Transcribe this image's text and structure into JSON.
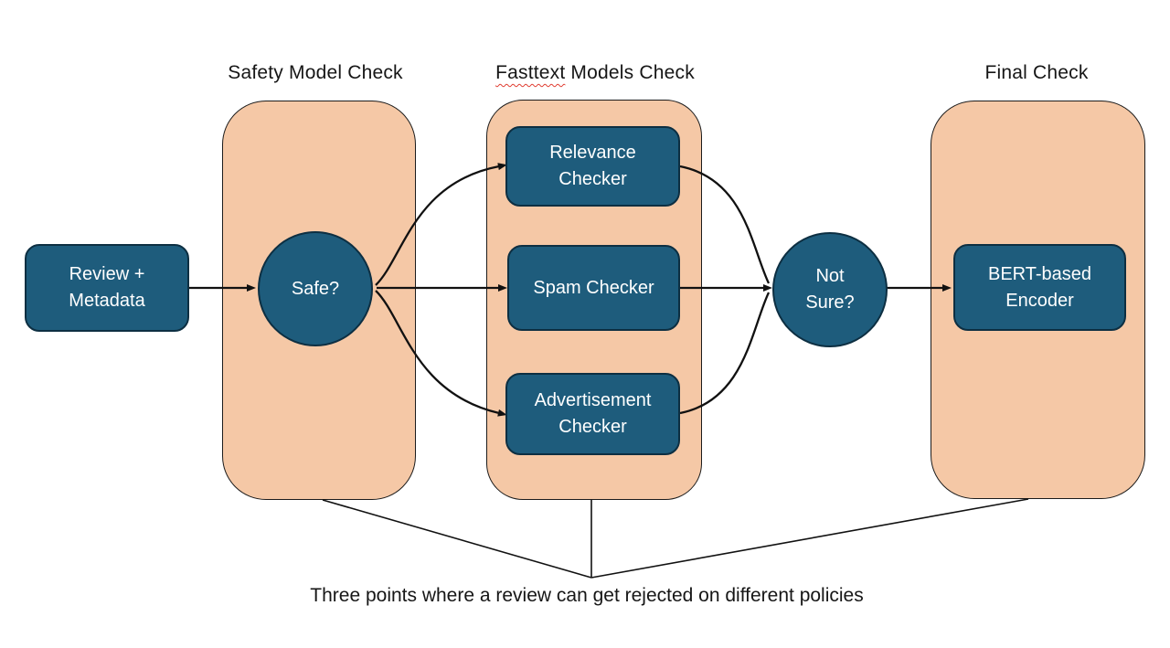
{
  "sections": {
    "safety": {
      "title": "Safety Model Check"
    },
    "fasttext": {
      "title_word": "Fasttext",
      "title_rest": " Models Check"
    },
    "final": {
      "title": "Final Check"
    }
  },
  "nodes": {
    "review": {
      "line1": "Review +",
      "line2": "Metadata"
    },
    "safe": {
      "label": "Safe?"
    },
    "relevance": {
      "line1": "Relevance",
      "line2": "Checker"
    },
    "spam": {
      "label": "Spam Checker"
    },
    "advertisement": {
      "line1": "Advertisement",
      "line2": "Checker"
    },
    "not_sure": {
      "line1": "Not",
      "line2": "Sure?"
    },
    "bert": {
      "line1": "BERT-based",
      "line2": "Encoder"
    }
  },
  "edges": [
    {
      "from": "review",
      "to": "safe"
    },
    {
      "from": "safe",
      "to": "relevance"
    },
    {
      "from": "safe",
      "to": "spam"
    },
    {
      "from": "safe",
      "to": "advertisement"
    },
    {
      "from": "relevance",
      "to": "not_sure"
    },
    {
      "from": "spam",
      "to": "not_sure"
    },
    {
      "from": "advertisement",
      "to": "not_sure"
    },
    {
      "from": "not_sure",
      "to": "bert"
    }
  ],
  "caption": "Three points where a review can get rejected on different policies",
  "colors": {
    "node_fill": "#1E5C7C",
    "node_border": "#0D2F42",
    "container_fill": "#F5C8A6",
    "container_border": "#1C1C1C",
    "connector": "#111111",
    "text_on_node": "#FFFFFF",
    "title_text": "#161616",
    "spellcheck_underline": "#E03C31"
  }
}
